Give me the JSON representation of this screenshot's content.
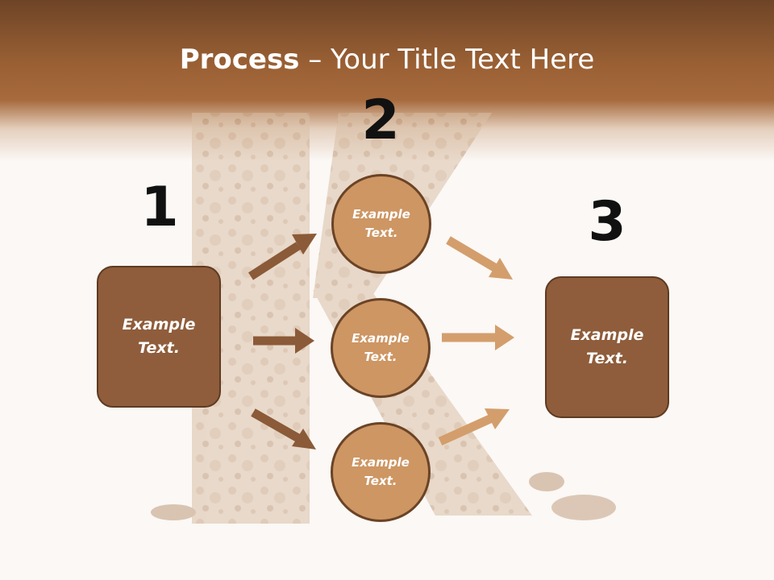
{
  "title": {
    "bold": "Process",
    "rest": " – Your Title Text Here"
  },
  "steps": [
    "1",
    "2",
    "3"
  ],
  "left_box": {
    "line1": "Example",
    "line2": "Text."
  },
  "right_box": {
    "line1": "Example",
    "line2": "Text."
  },
  "circles": [
    {
      "line1": "Example",
      "line2": "Text."
    },
    {
      "line1": "Example",
      "line2": "Text."
    },
    {
      "line1": "Example",
      "line2": "Text."
    }
  ],
  "colors": {
    "header": "#9a6034",
    "box_fill": "#8f5d3b",
    "circle_fill": "#cd9663",
    "arrow_dark": "#8b5a38",
    "arrow_light": "#d39e6c"
  }
}
